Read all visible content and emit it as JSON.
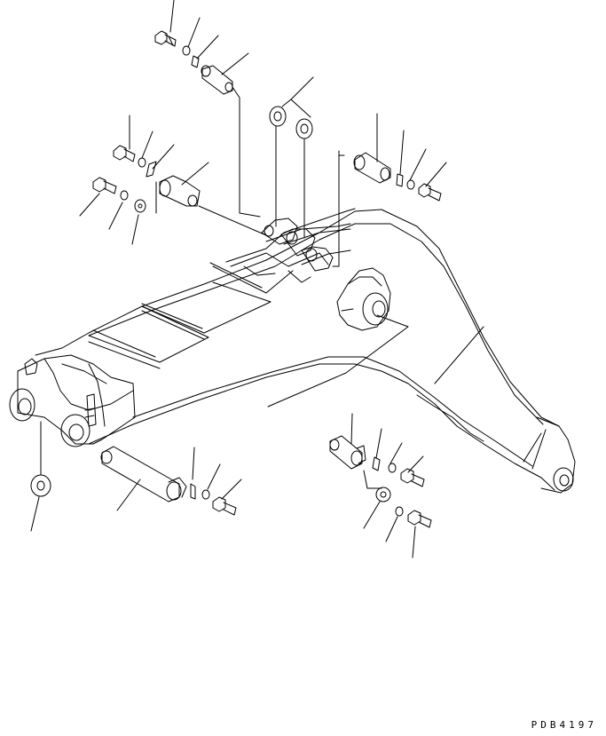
{
  "drawing": {
    "code": "PDB4197",
    "line_color": "#000000",
    "background": "#ffffff",
    "parts": [
      "boom",
      "boom-foot-pin",
      "boom-foot-bushing",
      "arm-cylinder-mount-pin",
      "boom-cylinder-pin",
      "boom-top-pin",
      "retaining-bolt",
      "lock-washer",
      "flat-washer",
      "spacer-shim",
      "lock-plate",
      "pin-collar"
    ]
  }
}
